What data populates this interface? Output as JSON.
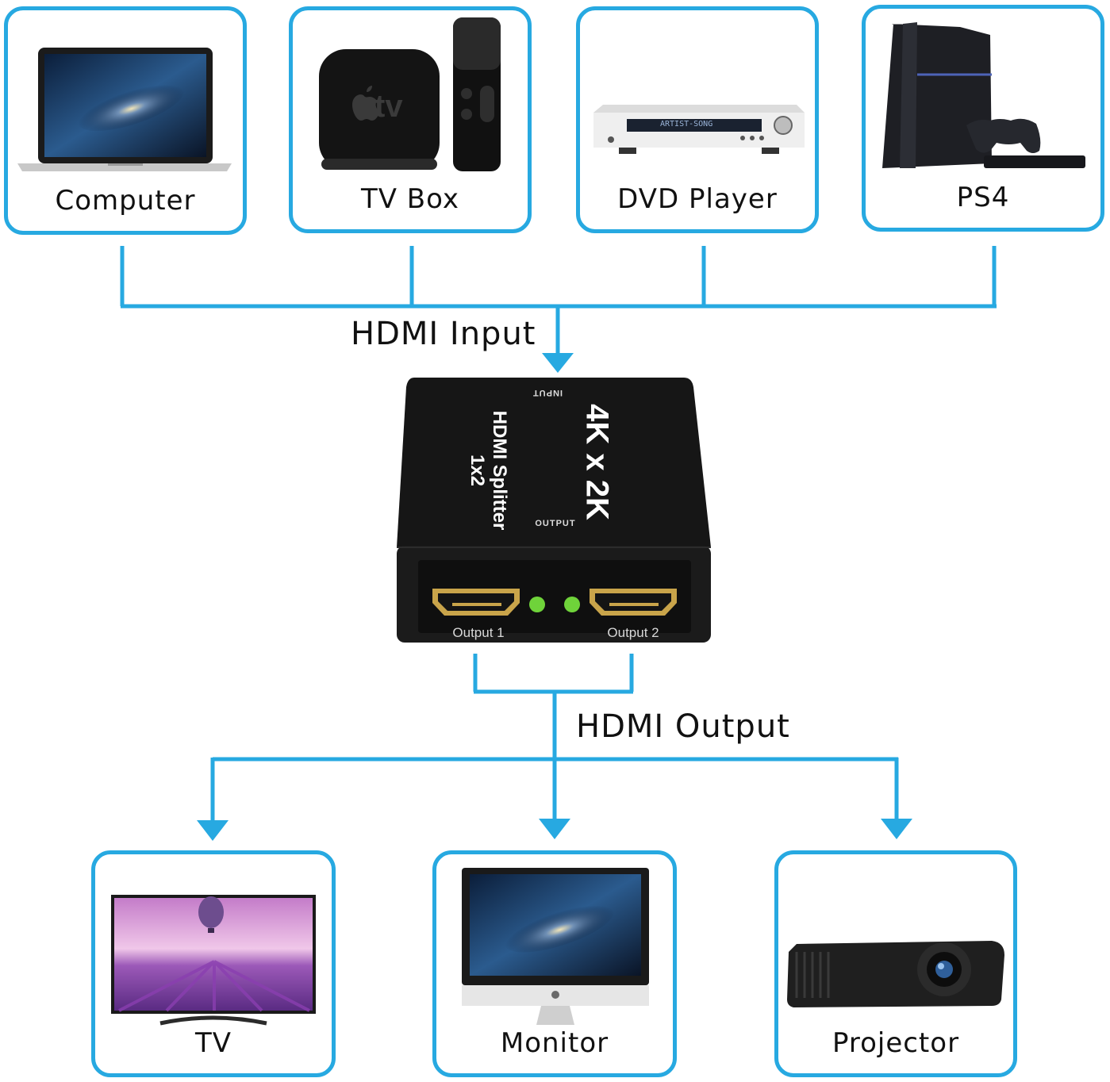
{
  "inputs": [
    {
      "label": "Computer",
      "icon": "laptop-icon"
    },
    {
      "label": "TV Box",
      "icon": "apple-tv-icon"
    },
    {
      "label": "DVD Player",
      "icon": "dvd-player-icon"
    },
    {
      "label": "PS4",
      "icon": "ps4-console-icon"
    }
  ],
  "input_caption": "HDMI Input",
  "splitter": {
    "model": "HDMI Splitter 1x2",
    "resolution": "4K x 2K",
    "input_marking": "INPUT",
    "output_marking": "OUTPUT",
    "ports": [
      "Output 1",
      "Output 2"
    ]
  },
  "output_caption": "HDMI Output",
  "outputs": [
    {
      "label": "TV",
      "icon": "tv-icon"
    },
    {
      "label": "Monitor",
      "icon": "monitor-icon"
    },
    {
      "label": "Projector",
      "icon": "projector-icon"
    }
  ],
  "colors": {
    "accent": "#27a9e1",
    "device_body": "#1c1c1c",
    "led": "#6fd33a",
    "port_gold": "#c9a44a"
  },
  "tv_box_logo_text": "tv",
  "dvd_display_text": "ARTIST-SONG"
}
